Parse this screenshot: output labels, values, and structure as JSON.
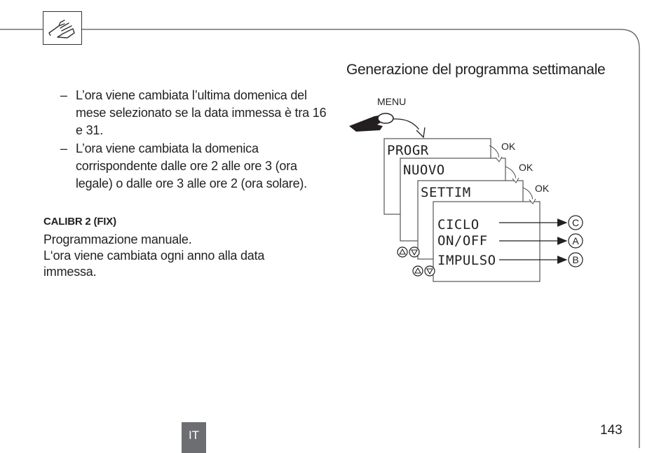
{
  "header": {
    "icon": "hand-pointing-icon"
  },
  "left_column": {
    "bullets": [
      {
        "dash": "–",
        "text": "L’ora viene cambiata l’ultima domenica del mese selezionato se la data immessa è tra 16 e 31."
      },
      {
        "dash": "–",
        "text": "L’ora viene cambiata la domenica corrispondente dalle ore 2 alle ore 3 (ora legale) o dalle ore 3 alle ore 2 (ora solare)."
      }
    ],
    "calibr_title": "CALIBR 2 (FIX)",
    "calibr_lines": [
      "Programmazione manuale.",
      "L‘ora viene cambiata ogni anno alla data",
      "immessa."
    ]
  },
  "right_column": {
    "title": "Generazione del programma settimanale",
    "diagram": {
      "menu_label": "MENU",
      "screens": [
        "PROGR",
        "NUOVO",
        "SETTIM"
      ],
      "ok_label": "OK",
      "options": [
        {
          "label": "CICLO",
          "target": "C"
        },
        {
          "label": "ON/OFF",
          "target": "A"
        },
        {
          "label": "IMPULSO",
          "target": "B"
        }
      ]
    }
  },
  "footer": {
    "language": "IT",
    "page_number": "143"
  }
}
